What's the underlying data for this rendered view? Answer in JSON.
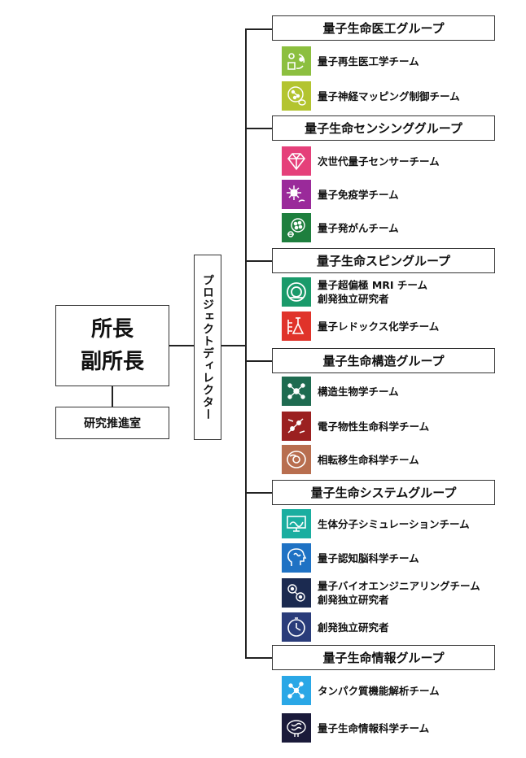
{
  "director": {
    "line1": "所長",
    "line2": "副所長"
  },
  "office": "研究推進室",
  "project_director": "プロジェクトディレクター",
  "groups": [
    {
      "name": "量子生命医工グループ",
      "teams": [
        {
          "lines": [
            "量子再生医工学チーム"
          ],
          "color": "#8cbf3f",
          "icon": "regeneration-icon"
        },
        {
          "lines": [
            "量子神経マッピング制御チーム"
          ],
          "color": "#b3c430",
          "icon": "neuron-map-icon"
        }
      ]
    },
    {
      "name": "量子生命センシンググループ",
      "teams": [
        {
          "lines": [
            "次世代量子センサーチーム"
          ],
          "color": "#e5407a",
          "icon": "diamond-icon"
        },
        {
          "lines": [
            "量子免疫学チーム"
          ],
          "color": "#9a2a9a",
          "icon": "immune-cell-icon"
        },
        {
          "lines": [
            "量子発がんチーム"
          ],
          "color": "#1e7f3e",
          "icon": "cell-cluster-icon"
        }
      ]
    },
    {
      "name": "量子生命スピングループ",
      "teams": [
        {
          "lines": [
            "量子超偏極 MRI チーム",
            "創発独立研究者"
          ],
          "color": "#1a9a6a",
          "icon": "mri-scanner-icon"
        },
        {
          "lines": [
            "量子レドックス化学チーム"
          ],
          "color": "#e0332a",
          "icon": "flask-icon"
        }
      ]
    },
    {
      "name": "量子生命構造グループ",
      "teams": [
        {
          "lines": [
            "構造生物学チーム"
          ],
          "color": "#1e6b50",
          "icon": "molecule-icon"
        },
        {
          "lines": [
            "電子物性生命科学チーム"
          ],
          "color": "#9b2020",
          "icon": "electron-icon"
        },
        {
          "lines": [
            "相転移生命科学チーム"
          ],
          "color": "#b86e4f",
          "icon": "phase-cell-icon"
        }
      ]
    },
    {
      "name": "量子生命システムグループ",
      "teams": [
        {
          "lines": [
            "生体分子シミュレーションチーム"
          ],
          "color": "#1aaea0",
          "icon": "monitor-simulation-icon"
        },
        {
          "lines": [
            "量子認知脳科学チーム"
          ],
          "color": "#1f72c4",
          "icon": "brain-head-icon"
        },
        {
          "lines": [
            "量子バイオエンジニアリングチーム",
            "創発独立研究者"
          ],
          "color": "#1b2a50",
          "icon": "bio-engineering-icon"
        },
        {
          "lines": [
            "創発独立研究者"
          ],
          "color": "#2a3c7a",
          "icon": "clock-icon"
        }
      ]
    },
    {
      "name": "量子生命情報グループ",
      "teams": [
        {
          "lines": [
            "タンパク質機能解析チーム"
          ],
          "color": "#2aa7e6",
          "icon": "protein-network-icon"
        },
        {
          "lines": [
            "量子生命情報科学チーム"
          ],
          "color": "#1a1a3a",
          "icon": "info-brain-icon"
        }
      ]
    }
  ]
}
